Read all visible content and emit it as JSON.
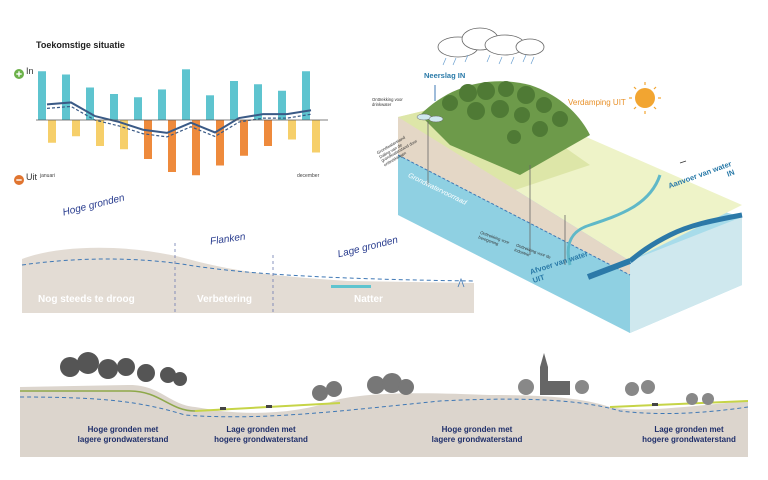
{
  "chart": {
    "title": "Toekomstige situatie",
    "in_label": "In",
    "uit_label": "Uit",
    "start_month": "januari",
    "end_month": "december",
    "in_icon": "plus-circle-icon",
    "uit_icon": "minus-circle-icon",
    "colors": {
      "in": "#5ec4cf",
      "uit_light": "#f6cf6a",
      "uit_dark": "#ee8a3c",
      "line": "#3a5a86"
    }
  },
  "chart_data": {
    "type": "bar",
    "categories": [
      "januari",
      "",
      "",
      "",
      "",
      "",
      "",
      "",
      "",
      "",
      "",
      "december"
    ],
    "series": [
      {
        "values": [
          75,
          70,
          50,
          40,
          35,
          47,
          78,
          38,
          60,
          55,
          45,
          75
        ]
      },
      {
        "values": [
          -35,
          -25,
          -40,
          -45,
          -60,
          -80,
          -85,
          -70,
          -55,
          -40,
          -30,
          -50
        ]
      }
    ]
  },
  "zones": {
    "hoge": "Hoge gronden",
    "flanken": "Flanken",
    "lage": "Lage gronden",
    "tag1": "Nog steeds te droog",
    "tag2": "Verbetering",
    "tag3": "Natter"
  },
  "block": {
    "neerslag": "Neerslag IN",
    "verdamping": "Verdamping UIT",
    "aanvoer_line1": "Aanvoer van water",
    "aanvoer_line2": "IN",
    "afvoer_line1": "Afvoer van water",
    "afvoer_line2": "UIT",
    "grondwatervoorraad": "Grondwatervoorraad",
    "onttrekking_drinkwater": "Onttrekking voor drinkwater",
    "grondwaterstand": "Grondwaterstand Daling van de grondwaterstand door onttrekkingen",
    "onttrekking_beregening": "Onttrekking voor beregening",
    "onttrekking_industrie": "Onttrekking voor de industrie"
  },
  "landscape": {
    "labels": [
      {
        "line1": "Hoge gronden met",
        "line2": "lagere grondwaterstand"
      },
      {
        "line1": "Lage gronden met",
        "line2": "hogere grondwaterstand"
      },
      {
        "line1": "Hoge gronden met",
        "line2": "lagere grondwaterstand"
      },
      {
        "line1": "Lage gronden met",
        "line2": "hogere grondwaterstand"
      }
    ]
  }
}
